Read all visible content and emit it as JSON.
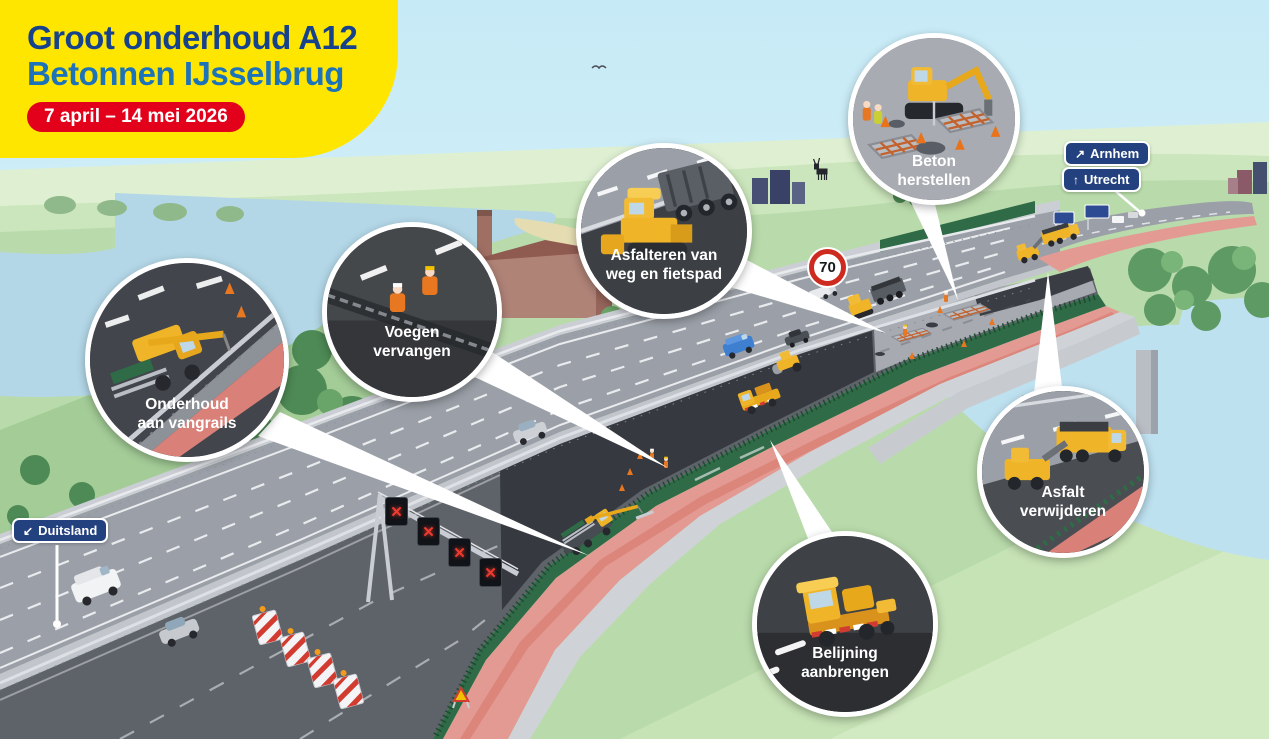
{
  "banner": {
    "title_line1": "Groot onderhoud A12",
    "title_line2": "Betonnen IJsselbrug",
    "date_badge": "7 april – 14 mei 2026"
  },
  "callouts": [
    {
      "name": "onderhoud-vangrails",
      "line1": "Onderhoud",
      "line2": "aan vangrails"
    },
    {
      "name": "voegen-vervangen",
      "line1": "Voegen",
      "line2": "vervangen"
    },
    {
      "name": "asfalteren-weg-en-fietspad",
      "line1": "Asfalteren van",
      "line2": "weg en fietspad"
    },
    {
      "name": "beton-herstellen",
      "line1": "Beton",
      "line2": "herstellen"
    },
    {
      "name": "asfalt-verwijderen",
      "line1": "Asfalt",
      "line2": "verwijderen"
    },
    {
      "name": "belijning-aanbrengen",
      "line1": "Belijning",
      "line2": "aanbrengen"
    }
  ],
  "signs": {
    "duitsland": {
      "arrow": "↙",
      "label": "Duitsland"
    },
    "arnhem": {
      "arrow": "↗",
      "label": "Arnhem"
    },
    "utrecht": {
      "arrow": "↑",
      "label": "Utrecht"
    },
    "speed_limit": {
      "value": "70"
    }
  },
  "matrix_signs": {
    "meaning": "lane-closed-red-x",
    "items": [
      {
        "symbol": "✕"
      },
      {
        "symbol": "✕"
      },
      {
        "symbol": "✕"
      },
      {
        "symbol": "✕"
      }
    ]
  },
  "colors": {
    "banner_bg": "#FFE600",
    "title": "#16428D",
    "subtitle": "#1D73B9",
    "badge_bg": "#E2001A",
    "badge_text": "#FFFFFF",
    "sign_bg": "#23417E",
    "matrix_x": "#F03A2E",
    "machine_yellow": "#F0B429",
    "bike_path_red": "#E39A92",
    "fresh_asphalt": "#36393F",
    "water": "#BEE1F0",
    "fence_green": "#2E6B46"
  }
}
